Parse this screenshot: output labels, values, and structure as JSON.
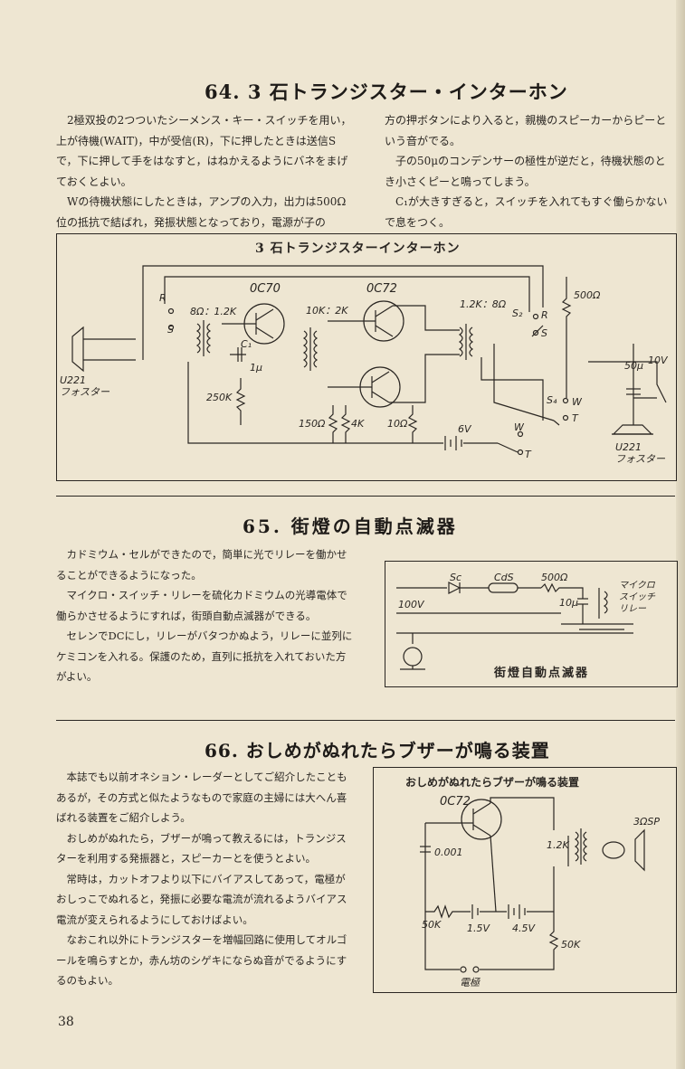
{
  "sections": [
    {
      "title": "64. 3 石トランジスター・インターホン",
      "paragraphs_left": [
        "2極双投の2つついたシーメンス・キー・スイッチを用い，上が待機(WAIT)，中が受信(R)，下に押したときは送信Sで，下に押して手をはなすと，はねかえるようにバネをまげておくとよい。",
        "Wの待機状態にしたときは，アンプの入力，出力は500Ω位の抵抗で結ばれ，発振状態となっており，電源が子の"
      ],
      "paragraphs_right": [
        "方の押ボタンにより入ると，親機のスピーカーからピーという音がでる。",
        "子の50μのコンデンサーの極性が逆だと，待機状態のとき小さくピーと鳴ってしまう。",
        "C₁が大きすぎると，スイッチを入れてもすぐ働らかないで息をつく。"
      ],
      "figure": {
        "caption": "3 石トランジスターインターホン",
        "labels": {
          "oc70": "0C70",
          "oc72": "0C72",
          "t1": "8Ω：1.2K",
          "t2": "10K：2K",
          "t3": "1.2K：8Ω",
          "r500": "500Ω",
          "r250k": "250K",
          "c1": "C₁",
          "c1v": "1μ",
          "r150": "150Ω",
          "r4k": "4K",
          "r10": "10Ω",
          "v6": "6V",
          "c50": "50μ",
          "v10": "10V",
          "r": "R",
          "s": "S",
          "w": "W",
          "t": "T",
          "s2": "S₂",
          "s4": "S₄",
          "spk1": "U221",
          "spk1b": "フォスター",
          "spk2": "U221",
          "spk2b": "フォスター"
        }
      }
    },
    {
      "title": "65. 街燈の自動点滅器",
      "paragraphs": [
        "カドミウム・セルができたので，簡単に光でリレーを働かせることができるようになった。",
        "マイクロ・スイッチ・リレーを硫化カドミウムの光導電体で働らかさせるようにすれば，街頭自動点滅器ができる。",
        "セレンでDCにし，リレーがバタつかぬよう，リレーに並列にケミコンを入れる。保護のため，直列に抵抗を入れておいた方がよい。"
      ],
      "figure": {
        "caption": "街燈自動点滅器",
        "labels": {
          "sc": "Sc",
          "cds": "CdS",
          "r500": "500Ω",
          "v100": "100V",
          "c10": "10μ",
          "relay1": "マイクロ",
          "relay2": "スイッチ",
          "relay3": "リレー"
        }
      }
    },
    {
      "title": "66. おしめがぬれたらブザーが鳴る装置",
      "paragraphs": [
        "本誌でも以前オネション・レーダーとしてご紹介したこともあるが，その方式と似たようなもので家庭の主婦には大へん喜ばれる装置をご紹介しよう。",
        "おしめがぬれたら，ブザーが鳴って教えるには，トランジスターを利用する発振器と，スピーカーとを使うとよい。",
        "常時は，カットオフより以下にバイアスしてあって，電極がおしっこでぬれると，発振に必要な電流が流れるようバイアス電流が変えられるようにしておけばよい。",
        "なおこれ以外にトランジスターを増幅回路に使用してオルゴールを鳴らすとか，赤ん坊のシゲキにならぬ音がでるようにするのもよい。"
      ],
      "figure": {
        "caption": "おしめがぬれたらブザーが鳴る装置",
        "labels": {
          "oc72": "0C72",
          "c": "0.001",
          "t": "1.2K",
          "sp": "3ΩSP",
          "r50k1": "50K",
          "v15": "1.5V",
          "v45": "4.5V",
          "r50k2": "50K",
          "elec": "電極"
        }
      }
    }
  ],
  "page_number": "38"
}
